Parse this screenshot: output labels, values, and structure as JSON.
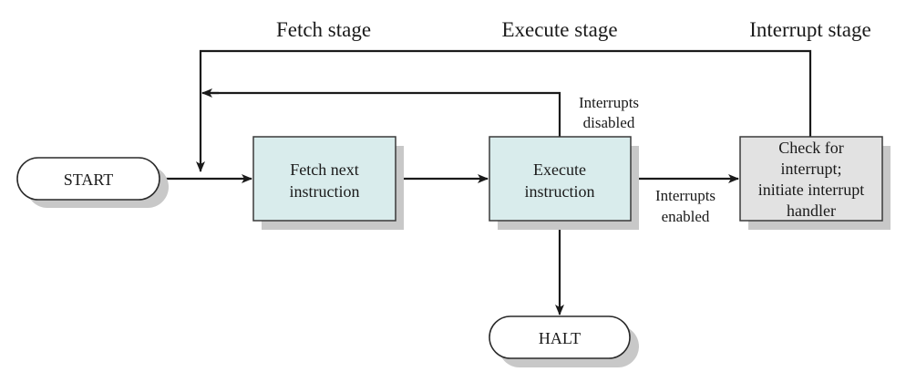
{
  "stages": {
    "fetch": "Fetch stage",
    "execute": "Execute stage",
    "interrupt": "Interrupt stage"
  },
  "nodes": {
    "start": "START",
    "fetch": [
      "Fetch next",
      "instruction"
    ],
    "execute": [
      "Execute",
      "instruction"
    ],
    "check": [
      "Check for",
      "interrupt;",
      "initiate interrupt",
      "handler"
    ],
    "halt": "HALT"
  },
  "edges": {
    "interrupts_disabled": [
      "Interrupts",
      "disabled"
    ],
    "interrupts_enabled": [
      "Interrupts",
      "enabled"
    ]
  },
  "colors": {
    "process_fill": "#d9ecec",
    "interrupt_fill": "#e2e2e2",
    "shadow": "#c8c8c8"
  }
}
